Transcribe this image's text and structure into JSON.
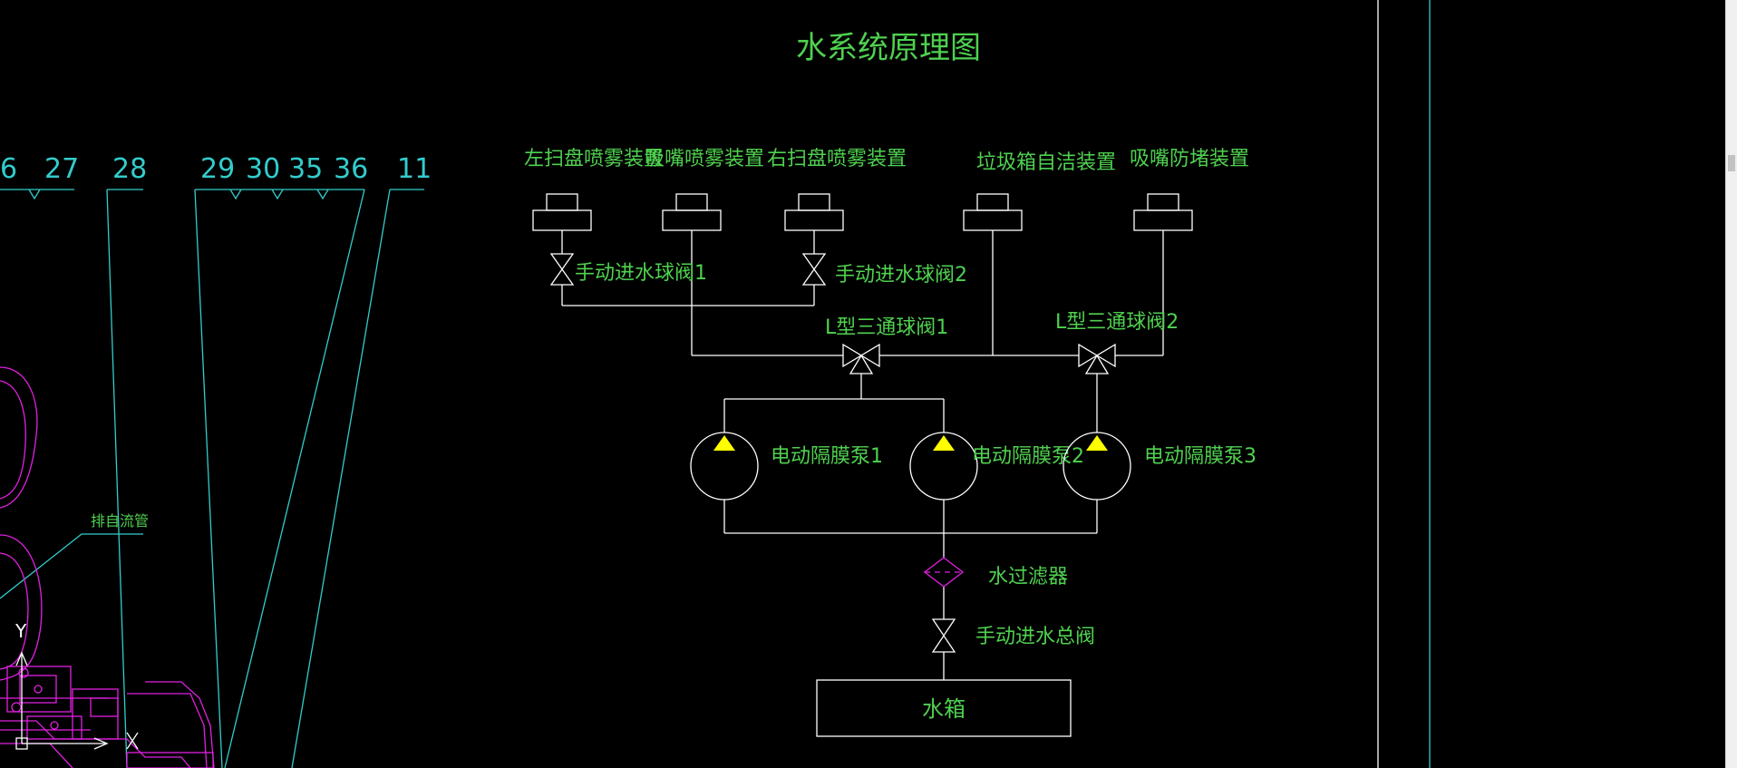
{
  "diagram": {
    "title": "水系统原理图",
    "devices": [
      "左扫盘喷雾装置",
      "吸嘴喷雾装置",
      "右扫盘喷雾装置",
      "垃圾箱自洁装置",
      "吸嘴防堵装置"
    ],
    "components": {
      "manual_valve_1": "手动进水球阀1",
      "manual_valve_2": "手动进水球阀2",
      "l_valve_1": "L型三通球阀1",
      "l_valve_2": "L型三通球阀2",
      "pump_1": "电动隔膜泵1",
      "pump_2": "电动隔膜泵2",
      "pump_3": "电动隔膜泵3",
      "filter": "水过滤器",
      "main_valve": "手动进水总阀",
      "tank": "水箱"
    }
  },
  "left_drawing": {
    "part_numbers": [
      "6",
      "27",
      "28",
      "29",
      "30",
      "35",
      "36",
      "11"
    ],
    "callout_label": "排自流管",
    "axis_label": "Y"
  },
  "colors": {
    "background": "#000000",
    "text": "#4fd14f",
    "lines": "#ffffff",
    "leaders": "#33cccc",
    "mechanical": "#e020e0",
    "pump_marker": "#ffff00"
  }
}
